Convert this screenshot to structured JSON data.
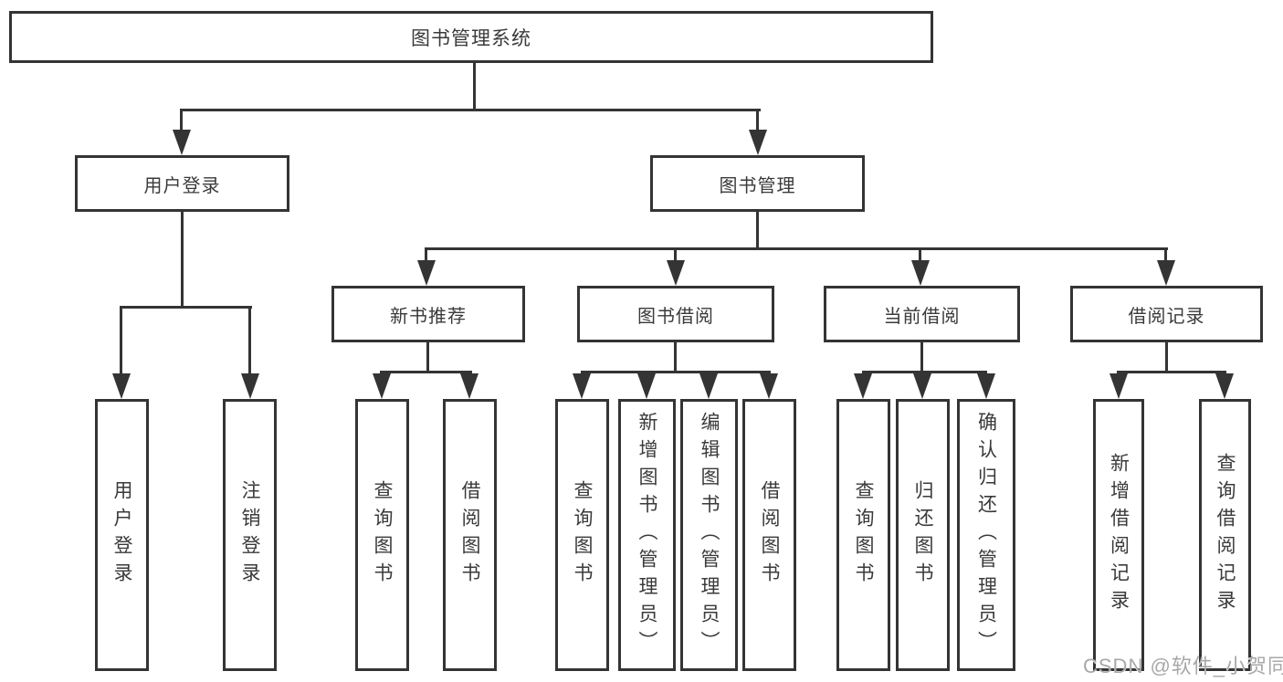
{
  "diagram_title": "图书管理系统",
  "colors": {
    "line": "#343434",
    "text": "#3a3a3a",
    "background": "#ffffff",
    "watermark": "#a8a8a8"
  },
  "watermark": {
    "text": "CSDN @软件_小贺同学"
  },
  "tree": {
    "label": "图书管理系统",
    "children": [
      {
        "label": "用户登录",
        "children": [
          {
            "label": "用户登录"
          },
          {
            "label": "注销登录"
          }
        ]
      },
      {
        "label": "图书管理",
        "children": [
          {
            "label": "新书推荐",
            "children": [
              {
                "label": "查询图书"
              },
              {
                "label": "借阅图书"
              }
            ]
          },
          {
            "label": "图书借阅",
            "children": [
              {
                "label": "查询图书"
              },
              {
                "label": "新增图书（管理员）"
              },
              {
                "label": "编辑图书（管理员）"
              },
              {
                "label": "借阅图书"
              }
            ]
          },
          {
            "label": "当前借阅",
            "children": [
              {
                "label": "查询图书"
              },
              {
                "label": "归还图书"
              },
              {
                "label": "确认归还（管理员）"
              }
            ]
          },
          {
            "label": "借阅记录",
            "children": [
              {
                "label": "新增借阅记录"
              },
              {
                "label": "查询借阅记录"
              }
            ]
          }
        ]
      }
    ]
  }
}
